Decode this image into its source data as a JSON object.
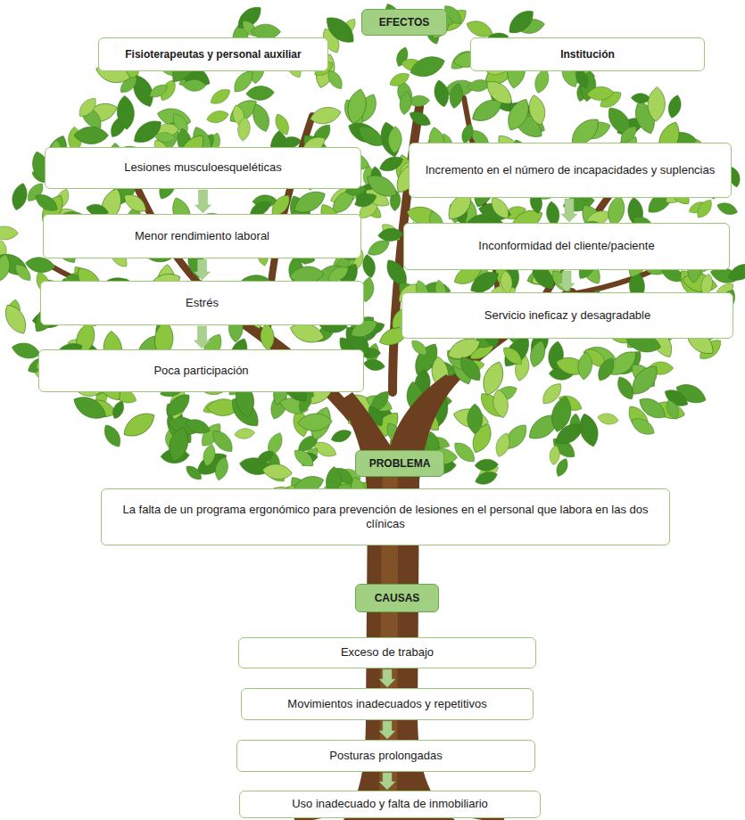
{
  "diagram": {
    "nodes": [
      {
        "text": [
          "EFECTOS"
        ]
      },
      {
        "text": [
          "Fisioterapeutas y personal auxiliar"
        ]
      },
      {
        "text": [
          "Institución"
        ]
      },
      {
        "text": [
          "Lesiones musculoesqueléticas"
        ]
      },
      {
        "text": [
          "Menor rendimiento laboral"
        ]
      },
      {
        "text": [
          "Estrés"
        ]
      },
      {
        "text": [
          "Poca participación"
        ]
      },
      {
        "text": [
          "Incremento en el número de incapacidades y suplencias"
        ]
      },
      {
        "text": [
          "Inconformidad del cliente/paciente"
        ]
      },
      {
        "text": [
          "Servicio ineficaz y desagradable"
        ]
      },
      {
        "text": [
          "PROBLEMA"
        ]
      },
      {
        "text": [
          "La falta de un programa ergonómico para prevención de lesiones en el personal que labora en las dos clínicas"
        ]
      },
      {
        "text": [
          "CAUSAS"
        ]
      },
      {
        "text": [
          "Exceso de trabajo"
        ]
      },
      {
        "text": [
          "Movimientos inadecuados y repetitivos"
        ]
      },
      {
        "text": [
          "Posturas prolongadas"
        ]
      },
      {
        "text": [
          "Uso inadecuado y falta de inmobiliario"
        ]
      }
    ],
    "edges": [
      {
        "from": 3,
        "to": 4,
        "arrow": "to"
      },
      {
        "from": 4,
        "to": 5,
        "arrow": "to"
      },
      {
        "from": 5,
        "to": 6,
        "arrow": "to"
      },
      {
        "from": 7,
        "to": 8,
        "arrow": "to"
      },
      {
        "from": 8,
        "to": 9,
        "arrow": "to"
      },
      {
        "from": 13,
        "to": 14,
        "arrow": "to"
      },
      {
        "from": 14,
        "to": 15,
        "arrow": "to"
      },
      {
        "from": 15,
        "to": 16,
        "arrow": "to"
      }
    ]
  }
}
